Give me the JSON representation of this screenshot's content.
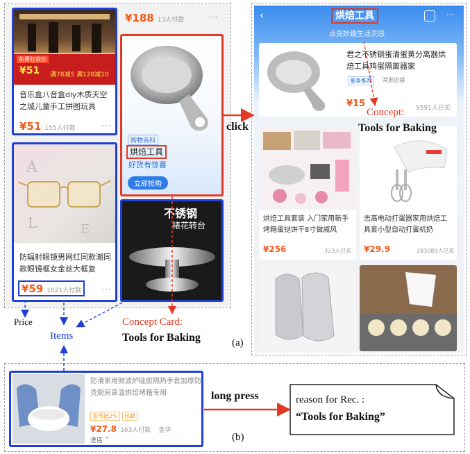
{
  "feed": {
    "top_price": "¥188",
    "top_sold": "13人付款",
    "item1": {
      "title": "音乐盒八音盒diy木质天空之城儿童手工拼图玩具",
      "price": "¥51",
      "sold": "155人付款",
      "badge_top": "免费狂欢价",
      "badge_price": "¥51",
      "badge_sale": "满78减5 满128减10"
    },
    "item2": {
      "title": "防辐射眼镜男网红同款潮同款眼镜框女金丝大框复",
      "price": "¥59",
      "sold": "1021人付款"
    },
    "concept_card": {
      "tag": "购物百科",
      "title": "烘焙工具",
      "subtitle": "好货有惊喜",
      "button": "立即抢购"
    },
    "item3": {
      "overlay_big": "不锈钢",
      "overlay_small": "裱花转台"
    }
  },
  "page": {
    "title": "烘焙工具",
    "subtitle": "点亮妙趣生活灵感",
    "feature": {
      "title": "君之不锈钢蛋清蛋黄分离器烘焙工具鸡蛋隔离器家",
      "tag1": "量身推荐",
      "tag2": "常逛店铺",
      "price": "¥15",
      "sold": "9591人已买"
    },
    "grid": [
      {
        "title": "烘焙工具套装 入门家用新手烤箱蛋挞饼干8寸做戚风",
        "price": "¥256",
        "sold": "323人已买"
      },
      {
        "title": "志高电动打蛋器家用烘焙工具套小型自动打蛋机奶",
        "price": "¥29.9",
        "sold": "283089人已买"
      }
    ]
  },
  "panel_b": {
    "title": "防滑家用微波炉硅胶隔热手套加厚防烫厨房高温烘焙烤箱专用",
    "tag1": "金币抵2%",
    "tag2": "包邮",
    "price": "¥27.8",
    "sold": "163人付款",
    "location": "金华",
    "shop": "进店"
  },
  "annotations": {
    "click": "click",
    "concept_label": "Concept:",
    "concept_value": "Tools for Baking",
    "price": "Price",
    "items": "Items",
    "concept_card_label": "Concept Card:",
    "concept_card_value": "Tools for Baking",
    "label_a": "(a)",
    "long_press": "long press",
    "reason_label": "reason for Rec. :",
    "reason_value": "“Tools for Baking”",
    "label_b": "(b)"
  }
}
